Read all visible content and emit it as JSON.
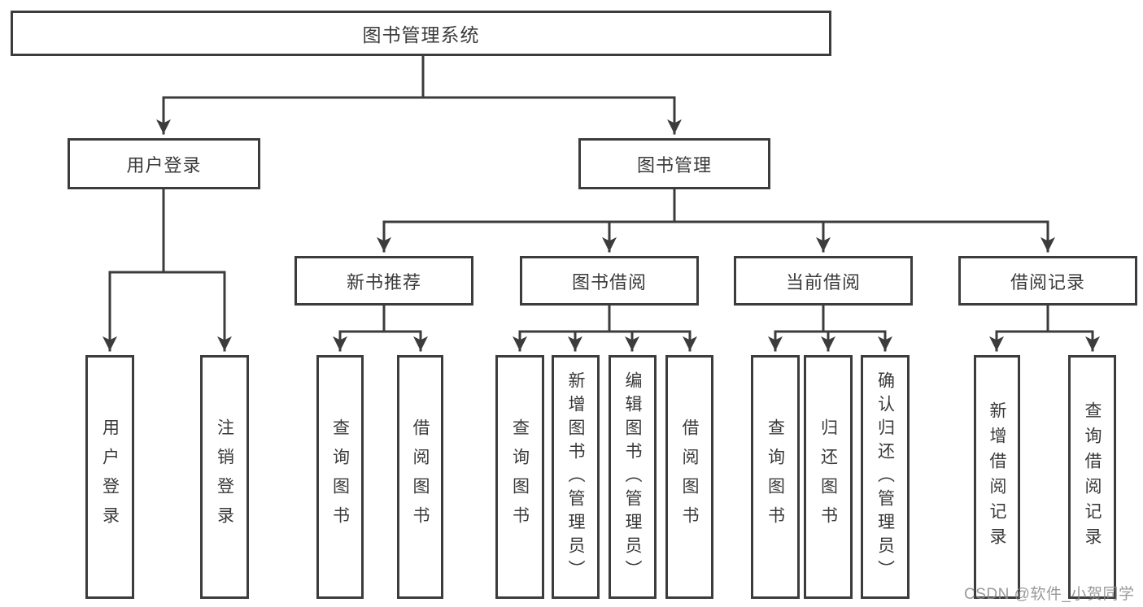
{
  "diagram": {
    "type": "hierarchy-tree",
    "title": "图书管理系统",
    "line_color": "#3c3c3c",
    "text_color": "#3a3a3a",
    "background_color": "#ffffff",
    "watermark_color": "#8c8c8c"
  },
  "hierarchy": {
    "label": "图书管理系统",
    "children": [
      {
        "label": "用户登录",
        "children": [
          "用户登录",
          "注销登录"
        ]
      },
      {
        "label": "图书管理",
        "children": [
          {
            "label": "新书推荐",
            "children": [
              "查询图书",
              "借阅图书"
            ]
          },
          {
            "label": "图书借阅",
            "children": [
              "查询图书",
              "新增图书（管理员）",
              "编辑图书（管理员）",
              "借阅图书"
            ]
          },
          {
            "label": "当前借阅",
            "children": [
              "查询图书",
              "归还图书",
              "确认归还（管理员）"
            ]
          },
          {
            "label": "借阅记录",
            "children": [
              "新增借阅记录",
              "查询借阅记录"
            ]
          }
        ]
      }
    ]
  },
  "watermark": {
    "text": "CSDN @软件_小贺同学"
  }
}
